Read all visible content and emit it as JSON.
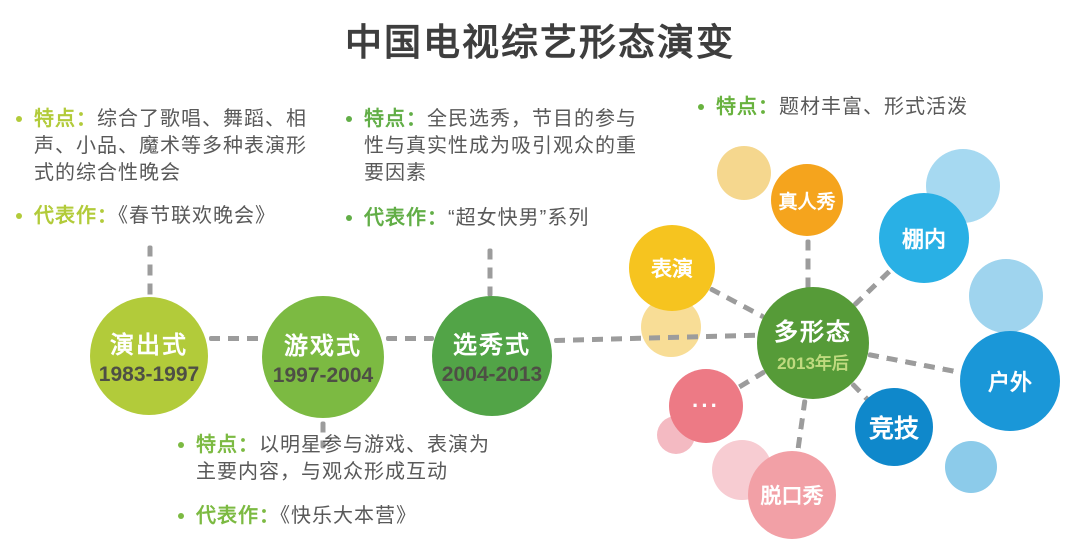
{
  "title": "中国电视综艺形态演变",
  "notes": {
    "performance": {
      "accent": "#b2cb3a",
      "feature_label": "特点：",
      "feature_text": "综合了歌唱、舞蹈、相声、小品、魔术等多种表演形式的综合性晚会",
      "work_label": "代表作：",
      "work_text": "《春节联欢晚会》"
    },
    "talent": {
      "accent": "#62ae47",
      "feature_label": "特点：",
      "feature_text": "全民选秀，节目的参与性与真实性成为吸引观众的重要因素",
      "work_label": "代表作：",
      "work_text": "“超女快男”系列"
    },
    "game": {
      "accent": "#7cba42",
      "feature_label": "特点：",
      "feature_text": "以明星参与游戏、表演为主要内容，与观众形成互动",
      "work_label": "代表作：",
      "work_text": "《快乐大本营》"
    },
    "multi": {
      "accent": "#68b23e",
      "feature_label": "特点：",
      "feature_text": "题材丰富、形式活泼"
    }
  },
  "stages": [
    {
      "name": "演出式",
      "period": "1983-1997",
      "color": "#b2cb3a"
    },
    {
      "name": "游戏式",
      "period": "1997-2004",
      "color": "#7cba42"
    },
    {
      "name": "选秀式",
      "period": "2004-2013",
      "color": "#52a447"
    },
    {
      "name": "多形态",
      "period": "2013年后",
      "color": "#569b38",
      "period_color": "#bfda7f"
    }
  ],
  "satellites": [
    {
      "label": "真人秀",
      "color": "#f5a41d"
    },
    {
      "label": "表演",
      "color": "#f6c41f"
    },
    {
      "label": "棚内",
      "color": "#29b0e5"
    },
    {
      "label": "户外",
      "color": "#1a97d8"
    },
    {
      "label": "竞技",
      "color": "#0f88cb"
    },
    {
      "label": "脱口秀",
      "color": "#f2a0a6"
    },
    {
      "label": "···",
      "color": "#ed7a85"
    }
  ],
  "decor": [
    "#f5d78e",
    "#f8dd96",
    "#a6d9f1",
    "#9fd4ee",
    "#8ccbea",
    "#f4bac2",
    "#f7ccd2"
  ]
}
